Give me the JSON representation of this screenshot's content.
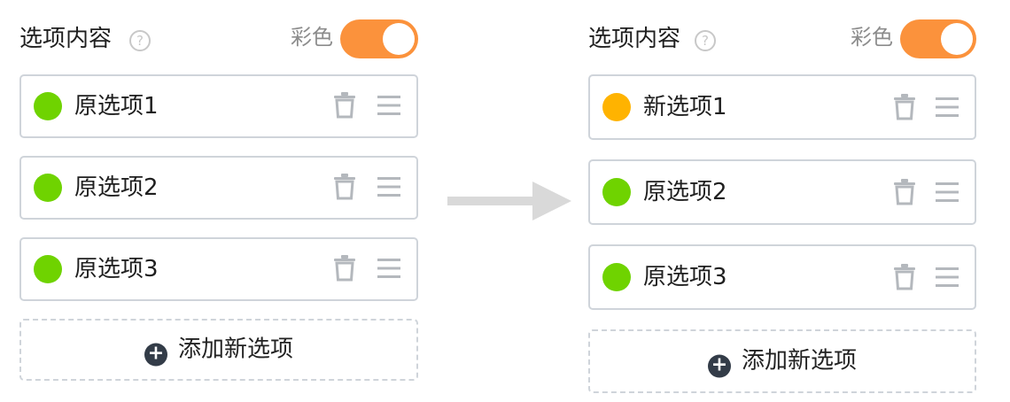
{
  "left_panel": {
    "title": "选项内容",
    "help_icon": "question-circle-icon",
    "color_label": "彩色",
    "color_toggle_on": true,
    "toggle_color": "#fb923c",
    "options": [
      {
        "label": "原选项1",
        "color": "#6fd300"
      },
      {
        "label": "原选项2",
        "color": "#6fd300"
      },
      {
        "label": "原选项3",
        "color": "#6fd300"
      }
    ],
    "add_label": "添加新选项"
  },
  "right_panel": {
    "title": "选项内容",
    "help_icon": "question-circle-icon",
    "color_label": "彩色",
    "color_toggle_on": true,
    "toggle_color": "#fb923c",
    "options": [
      {
        "label": "新选项1",
        "color": "#ffb300"
      },
      {
        "label": "原选项2",
        "color": "#6fd300"
      },
      {
        "label": "原选项3",
        "color": "#6fd300"
      }
    ],
    "add_label": "添加新选项"
  },
  "icons": {
    "help": "?",
    "plus": "+",
    "delete": "trash-icon",
    "drag": "drag-handle-icon",
    "transition": "arrow-right-icon"
  }
}
